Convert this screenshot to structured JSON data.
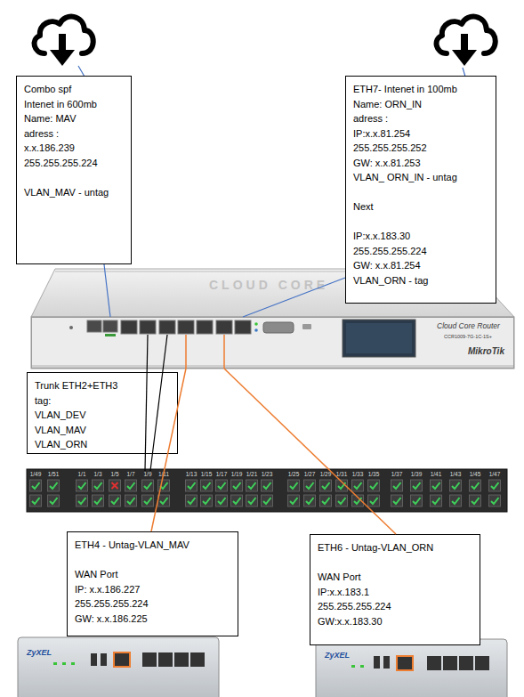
{
  "diagram": {
    "nodes": [
      {
        "text": [
          "Combo spf",
          "Intenet in 600mb",
          "Name: MAV",
          "adress :",
          "x.x.186.239",
          "255.255.255.224",
          "VLAN_MAV - untag"
        ]
      },
      {
        "text": [
          "ETH7- Intenet in 100mb",
          "Name: ORN_IN",
          "adress :",
          "IP:x.x.81.254",
          "255.255.255.252",
          "GW: x.x.81.253",
          "VLAN_ ORN_IN - untag",
          "Next",
          "IP:x.x.183.30",
          "255.255.255.224",
          "GW: x.x.81.254",
          "VLAN_ORN - tag"
        ]
      },
      {
        "text": [
          "Cloud Core Router",
          "CCR1009-7G-1C-1S+",
          "MikroTik"
        ]
      },
      {
        "text": [
          "Trunk ETH2+ETH3",
          "tag:",
          "VLAN_DEV",
          "VLAN_MAV",
          "VLAN_ORN"
        ]
      },
      {
        "text": [
          "ETH4 - Untag-VLAN_MAV",
          "WAN Port",
          "IP: x.x.186.227",
          "255.255.255.224",
          "GW: x.x.186.225"
        ]
      },
      {
        "text": [
          "ETH6 - Untag-VLAN_ORN",
          "WAN Port",
          "IP:x.x.183.1",
          "255.255.255.224",
          "GW:x.x.183.30"
        ]
      }
    ],
    "edges": [
      {
        "from": 0,
        "to": 2,
        "arrow": "none"
      },
      {
        "from": 1,
        "to": 2,
        "arrow": "none"
      },
      {
        "from": 2,
        "to": 4,
        "arrow": "none"
      },
      {
        "from": 2,
        "to": 5,
        "arrow": "none"
      }
    ],
    "labels": [
      "CLOUD CORE",
      "1/49",
      "1/51",
      "1/1",
      "1/3",
      "1/5",
      "1/7",
      "1/9",
      "1/11",
      "1/13",
      "1/15",
      "1/17",
      "1/19",
      "1/21",
      "1/23",
      "1/25",
      "1/27",
      "1/29",
      "1/31",
      "1/33",
      "1/35",
      "1/37",
      "1/39",
      "1/41",
      "1/43",
      "1/45",
      "1/47",
      "ZyXEL",
      "ZyXEL"
    ]
  }
}
